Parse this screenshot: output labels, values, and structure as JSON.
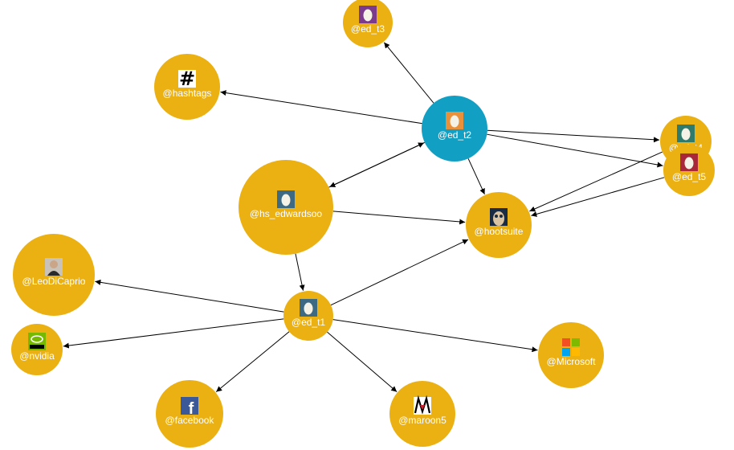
{
  "colors": {
    "node_default": "#EBB012",
    "node_selected": "#129FC4",
    "edge": "#000000",
    "label": "#ffffff",
    "background": "#ffffff"
  },
  "nodes": [
    {
      "id": "ed_t3",
      "label": "@ed_t3",
      "icon": "egg-avatar-purple-icon",
      "icon_color": "#7b3a8c",
      "selected": false
    },
    {
      "id": "hashtags",
      "label": "@hashtags",
      "icon": "hashtag-icon",
      "icon_color": "#000000",
      "selected": false
    },
    {
      "id": "ed_t2",
      "label": "@ed_t2",
      "icon": "egg-avatar-orange-icon",
      "icon_color": "#e8903a",
      "selected": true
    },
    {
      "id": "ed_t4",
      "label": "@ed_t4",
      "icon": "egg-avatar-teal-icon",
      "icon_color": "#2f7a6a",
      "selected": false
    },
    {
      "id": "ed_t5",
      "label": "@ed_t5",
      "icon": "egg-avatar-red-icon",
      "icon_color": "#a8283a",
      "selected": false
    },
    {
      "id": "hs_edwardsoo",
      "label": "@hs_edwardsoo",
      "icon": "egg-avatar-slate-icon",
      "icon_color": "#3d6a82",
      "selected": false
    },
    {
      "id": "hootsuite",
      "label": "@hootsuite",
      "icon": "owl-logo-icon",
      "icon_color": "#1a2b44",
      "selected": false
    },
    {
      "id": "LeoDiCaprio",
      "label": "@LeoDiCaprio",
      "icon": "person-photo-icon",
      "icon_color": "#3a3a3a",
      "selected": false
    },
    {
      "id": "ed_t1",
      "label": "@ed_t1",
      "icon": "egg-avatar-slate-icon",
      "icon_color": "#3d6a82",
      "selected": false
    },
    {
      "id": "nvidia",
      "label": "@nvidia",
      "icon": "nvidia-logo-icon",
      "icon_color": "#76b900",
      "selected": false
    },
    {
      "id": "Microsoft",
      "label": "@Microsoft",
      "icon": "microsoft-logo-icon",
      "icon_color": "#f25022",
      "selected": false
    },
    {
      "id": "facebook",
      "label": "@facebook",
      "icon": "facebook-logo-icon",
      "icon_color": "#3b5998",
      "selected": false
    },
    {
      "id": "maroon5",
      "label": "@maroon5",
      "icon": "maroon5-logo-icon",
      "icon_color": "#000000",
      "selected": false
    }
  ],
  "edges": [
    {
      "from": "ed_t2",
      "to": "ed_t3"
    },
    {
      "from": "ed_t2",
      "to": "hashtags"
    },
    {
      "from": "ed_t2",
      "to": "ed_t4"
    },
    {
      "from": "ed_t2",
      "to": "ed_t5"
    },
    {
      "from": "ed_t2",
      "to": "hootsuite"
    },
    {
      "from": "ed_t2",
      "to": "hs_edwardsoo"
    },
    {
      "from": "hs_edwardsoo",
      "to": "ed_t2"
    },
    {
      "from": "hs_edwardsoo",
      "to": "hootsuite"
    },
    {
      "from": "hs_edwardsoo",
      "to": "ed_t1"
    },
    {
      "from": "ed_t4",
      "to": "hootsuite"
    },
    {
      "from": "ed_t5",
      "to": "hootsuite"
    },
    {
      "from": "ed_t1",
      "to": "hootsuite"
    },
    {
      "from": "ed_t1",
      "to": "LeoDiCaprio"
    },
    {
      "from": "ed_t1",
      "to": "nvidia"
    },
    {
      "from": "ed_t1",
      "to": "Microsoft"
    },
    {
      "from": "ed_t1",
      "to": "facebook"
    },
    {
      "from": "ed_t1",
      "to": "maroon5"
    }
  ]
}
